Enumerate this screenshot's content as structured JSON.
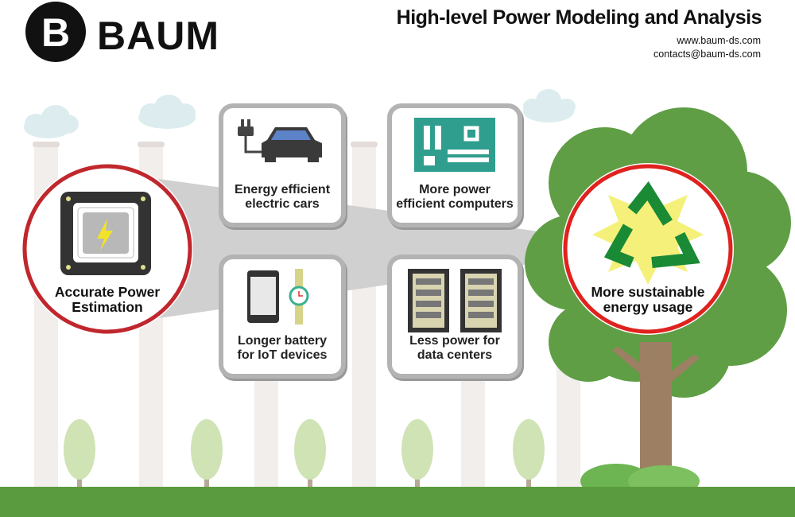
{
  "header": {
    "logo_text": "BAUM",
    "logo_mark": "B",
    "title": "High-level Power Modeling and Analysis",
    "website": "www.baum-ds.com",
    "email": "contacts@baum-ds.com"
  },
  "source": {
    "label_line1": "Accurate Power",
    "label_line2": "Estimation",
    "icon": "power-chip-icon"
  },
  "cards": [
    {
      "line1": "Energy efficient",
      "line2": "electric cars",
      "icon": "electric-car-icon"
    },
    {
      "line1": "More power",
      "line2": "efficient computers",
      "icon": "circuit-board-icon"
    },
    {
      "line1": "Longer battery",
      "line2": "for IoT devices",
      "icon": "phone-watch-icon"
    },
    {
      "line1": "Less power for",
      "line2": "data centers",
      "icon": "server-rack-icon"
    }
  ],
  "result": {
    "label_line1": "More sustainable",
    "label_line2": "energy usage",
    "icon": "recycle-icon"
  },
  "colors": {
    "ring": "#c0272d",
    "ground": "#5b9b3f",
    "tree": "#5f9e45",
    "beam": "#d0d0d0",
    "chimney": "#f1eeec",
    "cloud": "#dcecef"
  }
}
